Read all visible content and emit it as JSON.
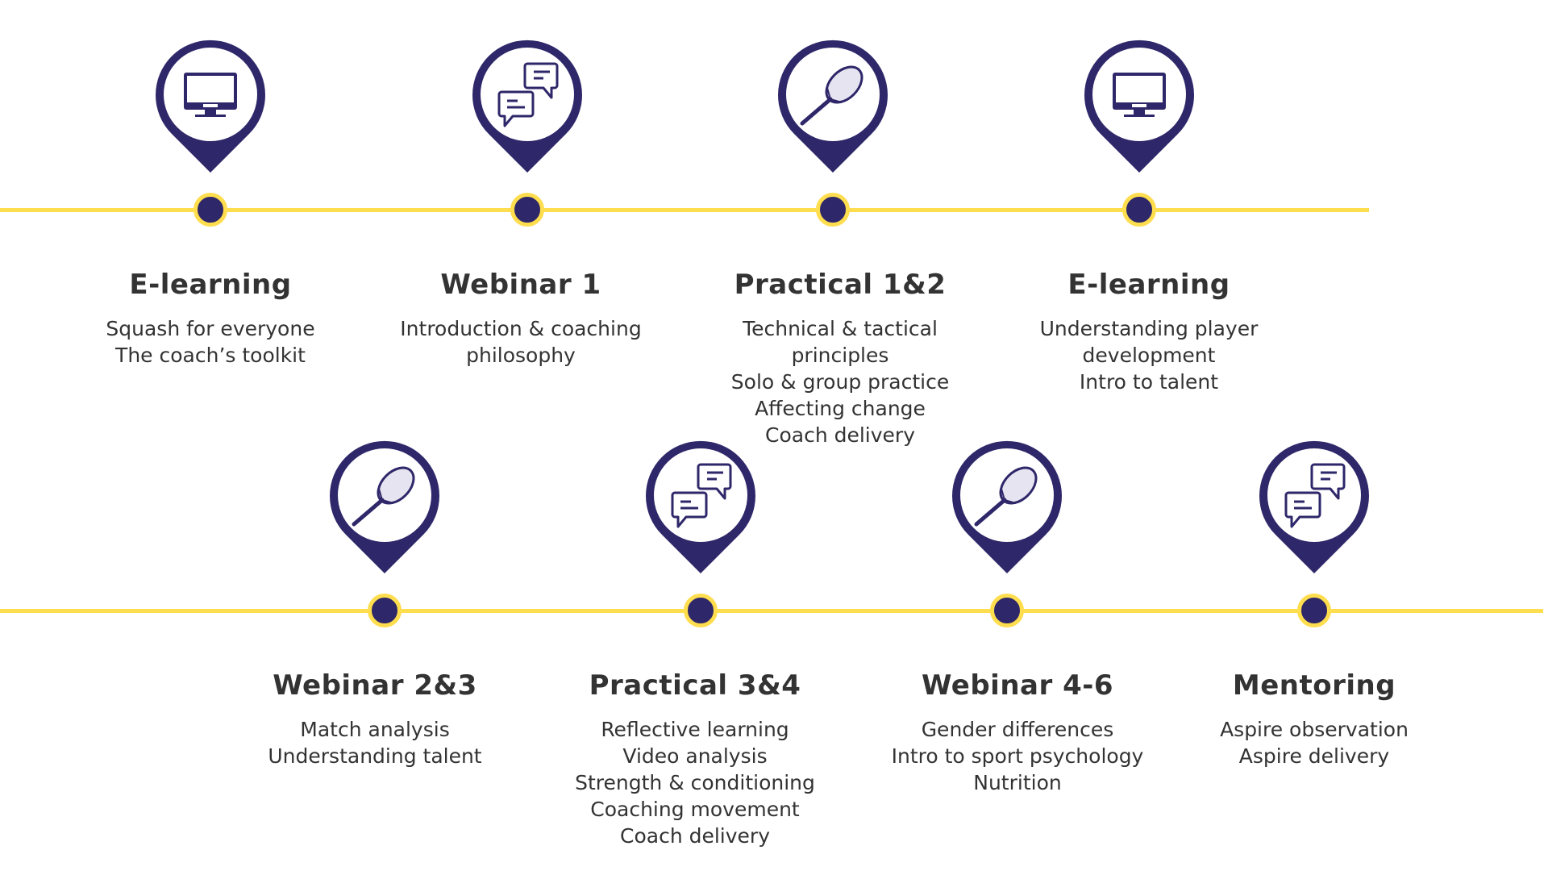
{
  "colors": {
    "navy": "#2e2769",
    "yellow": "#fedd4e",
    "text": "#333333"
  },
  "row1": [
    {
      "icon": "monitor",
      "title": "E-learning",
      "lines": [
        "Squash for everyone",
        "The coach’s toolkit"
      ]
    },
    {
      "icon": "chat",
      "title": "Webinar 1",
      "lines": [
        "Introduction & coaching",
        "philosophy"
      ]
    },
    {
      "icon": "racket",
      "title": "Practical 1&2",
      "lines": [
        "Technical & tactical",
        "principles",
        "Solo & group practice",
        "Affecting change",
        "Coach delivery"
      ]
    },
    {
      "icon": "monitor",
      "title": "E-learning",
      "lines": [
        "Understanding player",
        "development",
        "Intro to talent"
      ]
    }
  ],
  "row2": [
    {
      "icon": "racket",
      "title": "Webinar 2&3",
      "lines": [
        "Match analysis",
        "Understanding talent"
      ]
    },
    {
      "icon": "chat",
      "title": "Practical 3&4",
      "lines": [
        "Reflective learning",
        "Video analysis",
        "Strength & conditioning",
        "Coaching movement",
        "Coach delivery"
      ]
    },
    {
      "icon": "racket",
      "title": "Webinar 4-6",
      "lines": [
        "Gender differences",
        "Intro to sport psychology",
        "Nutrition"
      ]
    },
    {
      "icon": "chat",
      "title": "Mentoring",
      "lines": [
        "Aspire observation",
        "Aspire delivery"
      ]
    }
  ]
}
